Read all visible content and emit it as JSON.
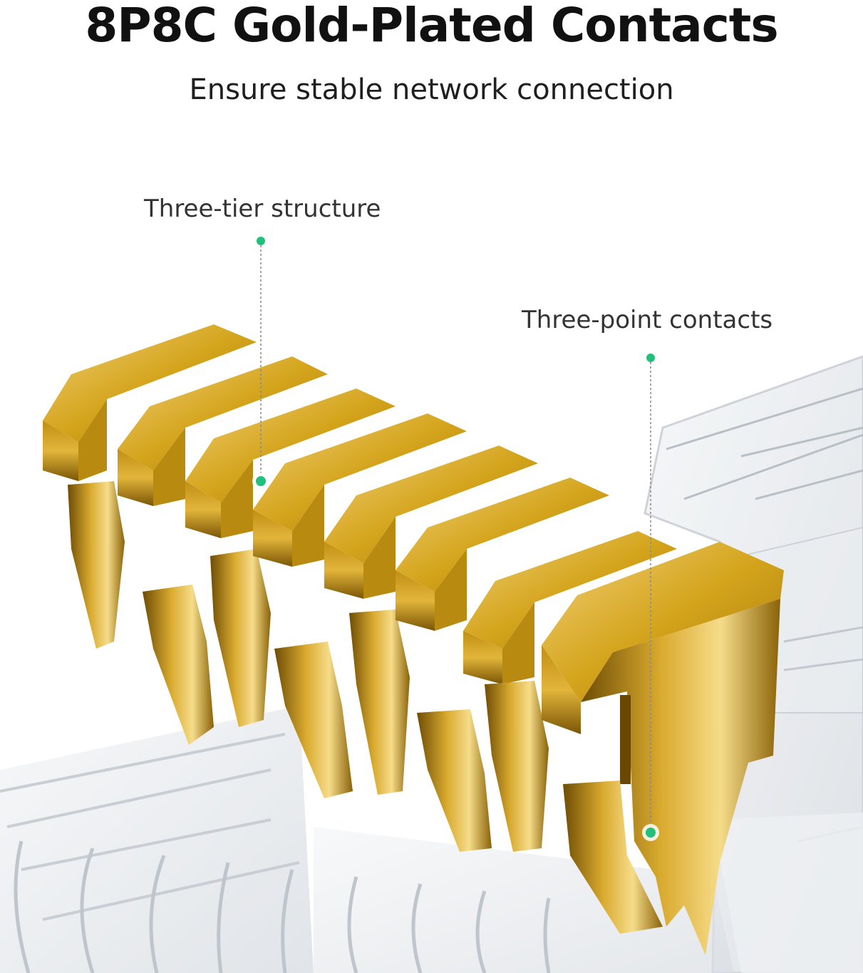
{
  "header": {
    "title": "8P8C Gold-Plated Contacts",
    "subtitle": "Ensure stable network connection"
  },
  "callouts": [
    {
      "label": "Three-tier structure"
    },
    {
      "label": "Three-point contacts"
    }
  ],
  "colors": {
    "accent_dot": "#22c07a",
    "gold": "#d4a41c"
  }
}
